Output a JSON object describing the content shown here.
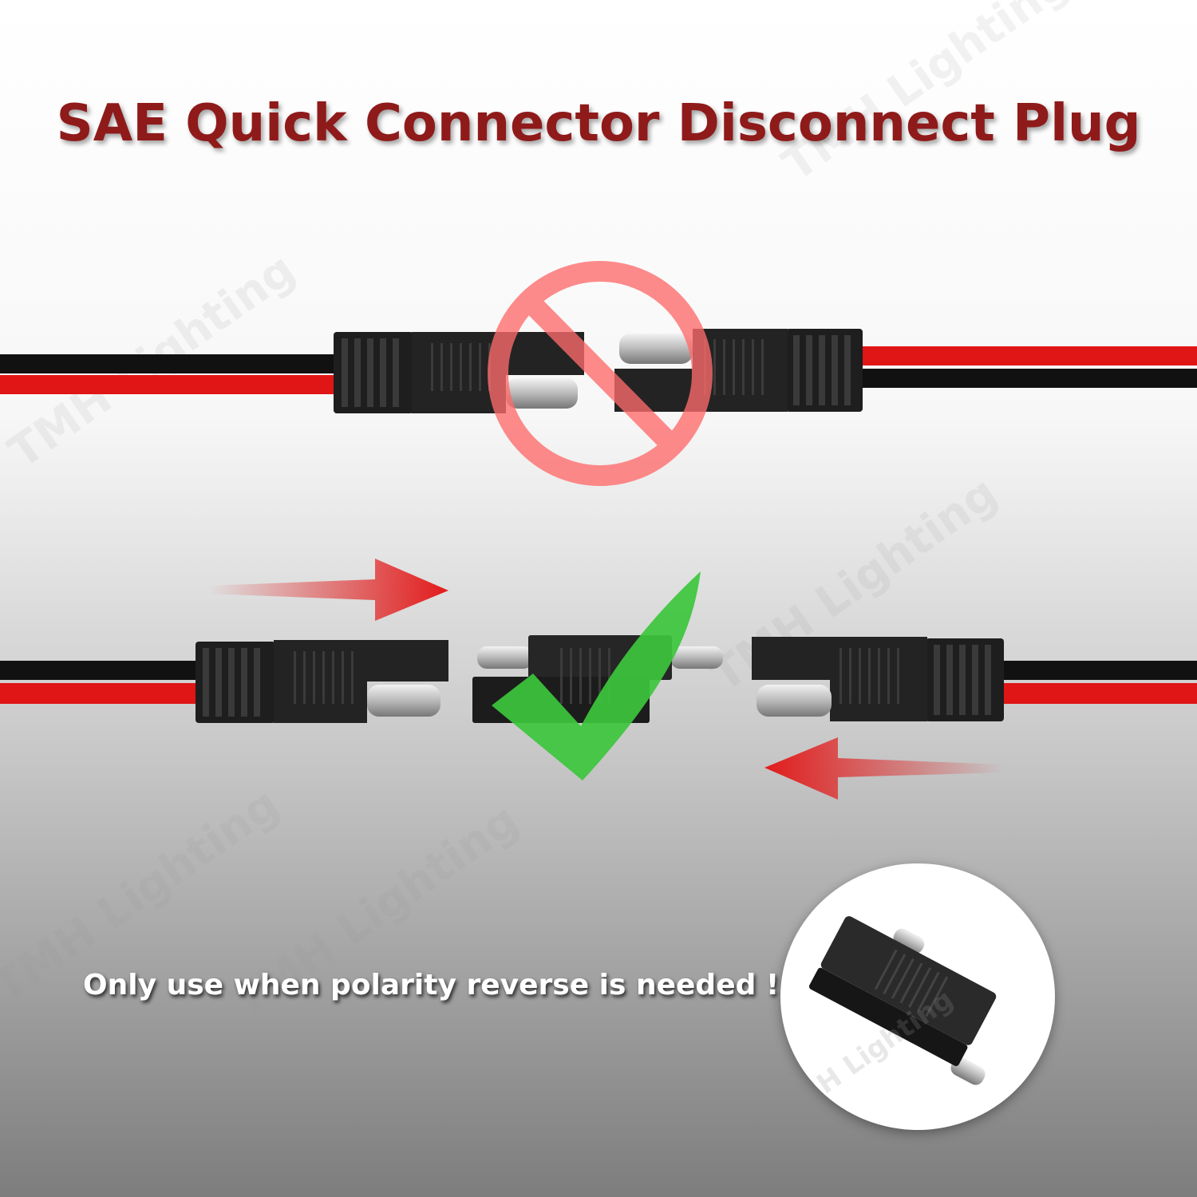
{
  "title": "SAE Quick Connector Disconnect Plug",
  "note": "Only use when polarity reverse is needed !",
  "watermark": "TMH Lighting",
  "icons": {
    "prohibited": "prohibited-icon",
    "check": "checkmark-icon",
    "arrow_right": "arrow-right-icon",
    "arrow_left": "arrow-left-icon"
  },
  "colors": {
    "title": "#8f1a1a",
    "wire_red": "#e01515",
    "wire_black": "#111111",
    "connector": "#1e1e1e",
    "prohibit": "#ff6b6b",
    "check": "#3cc63c",
    "arrow": "#e21b1b"
  }
}
